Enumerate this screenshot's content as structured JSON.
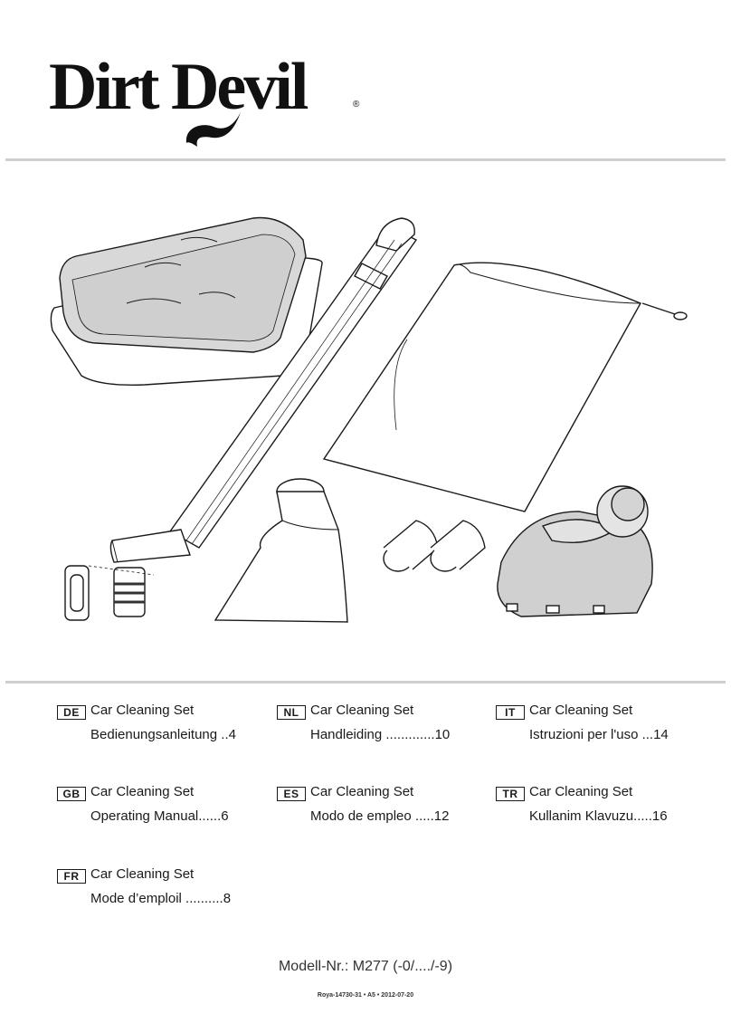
{
  "brand": {
    "name": "Dirt Devil"
  },
  "languages": [
    {
      "code": "DE",
      "title": "Car Cleaning Set",
      "manual": "Bedienungsanleitung ..4"
    },
    {
      "code": "NL",
      "title": "Car Cleaning Set",
      "manual": "Handleiding .............10"
    },
    {
      "code": "IT",
      "title": "Car Cleaning Set",
      "manual": "Istruzioni per l'uso ...14"
    },
    {
      "code": "GB",
      "title": "Car Cleaning Set",
      "manual": "Operating Manual......6"
    },
    {
      "code": "ES",
      "title": "Car Cleaning Set",
      "manual": "Modo de empleo .....12"
    },
    {
      "code": "TR",
      "title": "Car Cleaning Set",
      "manual": "Kullanim Klavuzu.....16"
    },
    {
      "code": "FR",
      "title": "Car Cleaning Set",
      "manual": "Mode d’emploil ..........8"
    }
  ],
  "model": "Modell-Nr.: M277 (-0/..../-9)",
  "print_code": "Roya-14730-31 • A5 • 2012-07-20"
}
